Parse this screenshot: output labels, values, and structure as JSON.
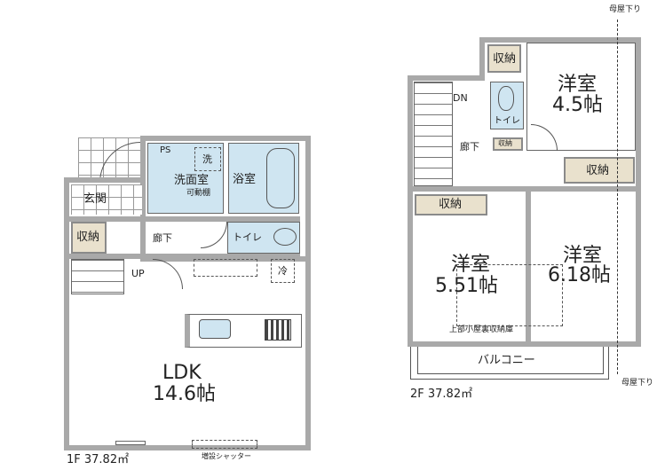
{
  "floor1": {
    "label": "1F 37.82㎡",
    "rooms": {
      "entrance": "玄関",
      "storage": "収納",
      "hallway": "廊下",
      "up": "UP",
      "washroom": "洗面室",
      "washroom_note": "可動棚",
      "ps": "PS",
      "washer": "洗",
      "bathroom": "浴室",
      "toilet": "トイレ",
      "fridge": "冷",
      "ldk": "LDK",
      "ldk_size": "14.6帖"
    },
    "shutter_note": "増設シャッター"
  },
  "floor2": {
    "label": "2F 37.82㎡",
    "rooms": {
      "storage_top": "収納",
      "bedroom1": "洋室",
      "bedroom1_size": "4.5帖",
      "dn": "DN",
      "hallway": "廊下",
      "toilet": "トイレ",
      "storage_small": "収納",
      "storage_right": "収納",
      "storage_left": "収納",
      "bedroom2": "洋室",
      "bedroom2_size": "5.51帖",
      "bedroom3": "洋室",
      "bedroom3_size": "6.18帖",
      "attic_note": "上部小屋裏収納庫",
      "balcony": "バルコニー"
    },
    "roof_note_top": "母屋下り",
    "roof_note_bottom": "母屋下り"
  },
  "colors": {
    "wall": "#a9a9a9",
    "wet": "#cfe5f1",
    "storage": "#e9e1cd"
  }
}
